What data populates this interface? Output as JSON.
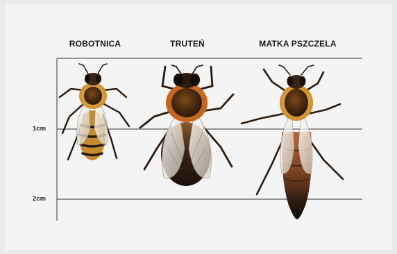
{
  "titles": {
    "worker": "ROBOTNICA",
    "drone": "TRUTEŃ",
    "queen": "MATKA PSZCZELA"
  },
  "scale": {
    "one": "1cm",
    "two": "2cm"
  },
  "colors": {
    "background": "#f4f4f4",
    "lines": "#333333",
    "thorax": "#6b3d12",
    "fur": "#d9a23a",
    "abdomen_dark": "#2a1a0e"
  }
}
